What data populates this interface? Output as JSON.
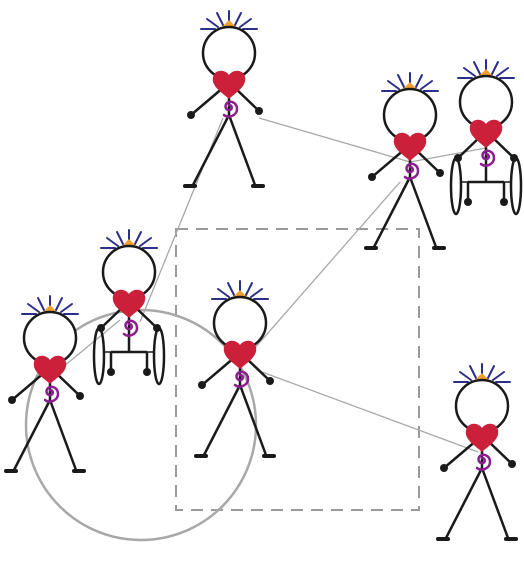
{
  "colors": {
    "background": "#ffffff",
    "figure_outline": "#1a1a1a",
    "heart": "#cc1f3a",
    "spiral": "#8b1f8f",
    "rays": "#2b2f8a",
    "crown": "#f0a030",
    "connector_lines": "#a8a8a8",
    "dashed_box": "#9a9a9a",
    "circle": "#a8a8a8",
    "wheel": "#1a1a1a"
  },
  "figures": [
    {
      "id": "figure-top-center",
      "kind": "standing"
    },
    {
      "id": "figure-top-right-standing",
      "kind": "standing"
    },
    {
      "id": "figure-top-right-wheelchair",
      "kind": "wheelchair"
    },
    {
      "id": "figure-left-wheelchair",
      "kind": "wheelchair"
    },
    {
      "id": "figure-left-standing",
      "kind": "standing"
    },
    {
      "id": "figure-center",
      "kind": "standing"
    },
    {
      "id": "figure-bottom-right",
      "kind": "standing"
    }
  ],
  "groupings": {
    "dashed_box": "rectangle-group",
    "circle": "circle-group"
  }
}
